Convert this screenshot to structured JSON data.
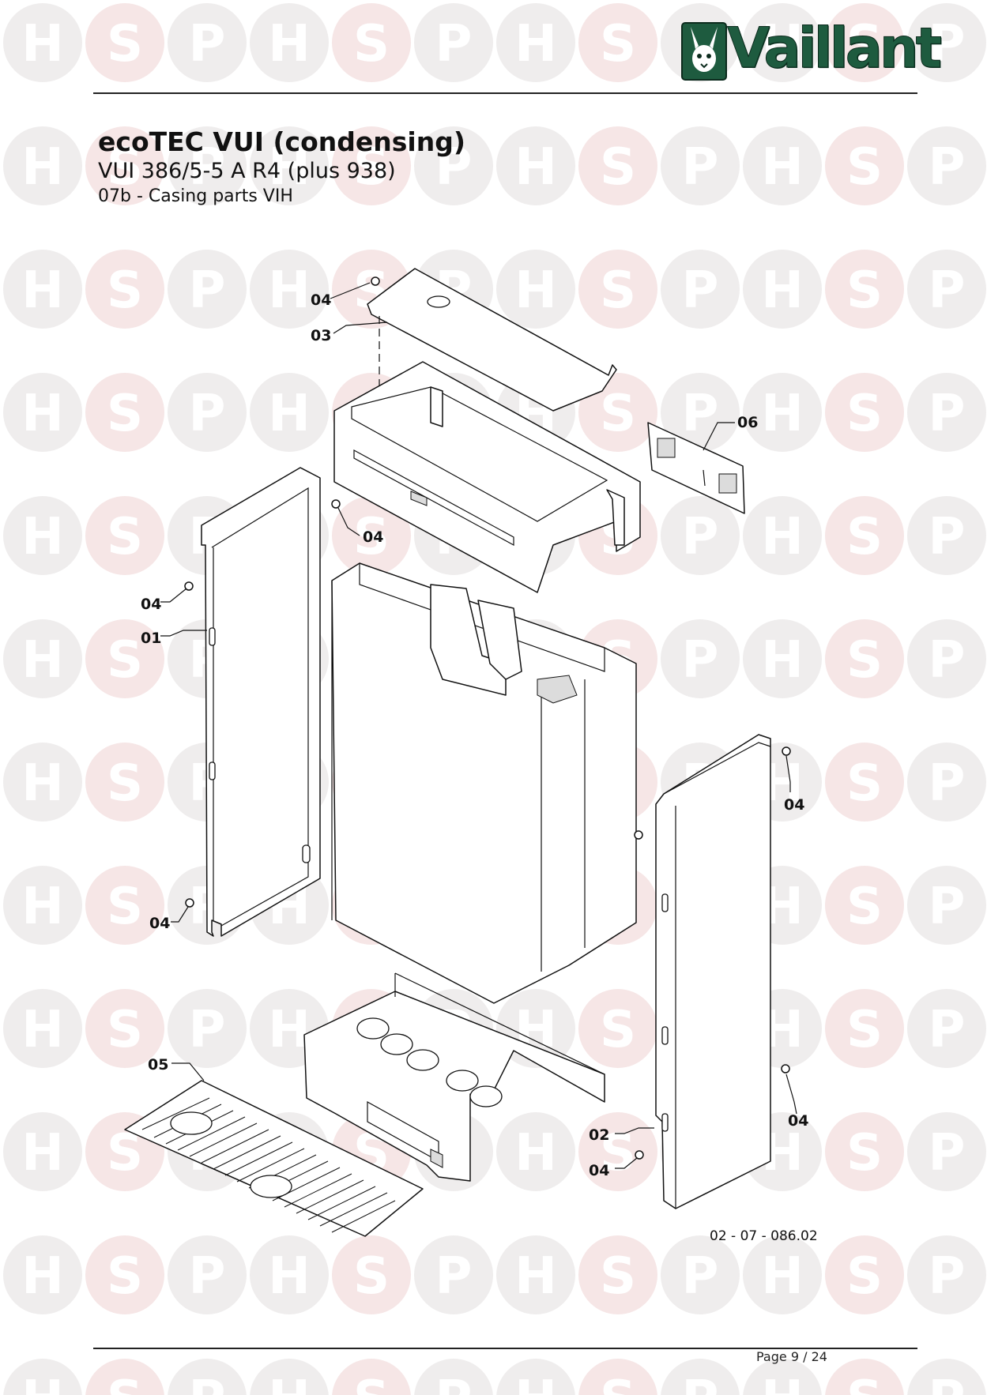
{
  "brand": {
    "name": "Vaillant",
    "colors": {
      "primary": "#1e5b3f",
      "dark": "#0c2b1d"
    },
    "logo_icon": "hare-icon"
  },
  "watermark": {
    "letters": [
      "H",
      "S",
      "P"
    ],
    "colors": {
      "neutral": "#efeded",
      "accent": "#f6e6e6"
    }
  },
  "header": {
    "title": "ecoTEC VUI (condensing)",
    "model": "VUI 386/5-5 A R4 (plus 938)",
    "section": "07b - Casing parts VIH"
  },
  "diagram": {
    "callouts": {
      "top_screw": "04",
      "top_cover": "03",
      "bracket": "06",
      "left_upper_screw": "04",
      "left_side_screw": "04",
      "left_panel": "01",
      "left_lower_screw": "04",
      "right_top_screw": "04",
      "right_bottom_screw": "04",
      "right_panel": "02",
      "right_lower_screw": "04",
      "bottom_plate": "05"
    },
    "reference": "02 - 07 - 086.02"
  },
  "footer": {
    "page": "Page 9 / 24"
  }
}
